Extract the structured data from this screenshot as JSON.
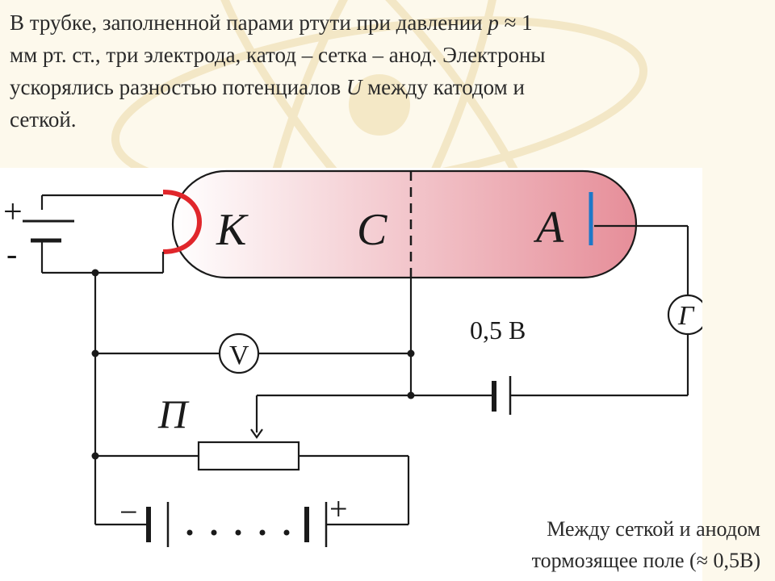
{
  "intro": {
    "line1_a": "В трубке, заполненной парами ртути при давлении",
    "p_symbol": "p",
    "line1_b": "≈ 1",
    "line2": "мм рт. ст., три электрода, катод – сетка – анод. Электроны",
    "line3_a": "ускорялись разностью потенциалов",
    "u_symbol": "U",
    "line3_b": "между катодом и",
    "line4": "сеткой."
  },
  "diagram": {
    "cathode_label": "К",
    "grid_label": "С",
    "anode_label": "А",
    "galvanometer_label": "Г",
    "voltmeter_label": "V",
    "potentiometer_label": "П",
    "retarding_voltage_label": "0,5 В",
    "source_plus": "+",
    "source_minus": "-",
    "battery_minus": "−",
    "battery_plus": "+",
    "colors": {
      "tube_fill_start": "#ffffff",
      "tube_fill_end": "#e68e99",
      "cathode": "#e0262b",
      "anode": "#1e78c8",
      "wire": "#1a1a1a"
    }
  },
  "caption": {
    "line1": "Между сеткой и анодом",
    "line2": "тормозящее поле (≈ 0,5В)"
  }
}
